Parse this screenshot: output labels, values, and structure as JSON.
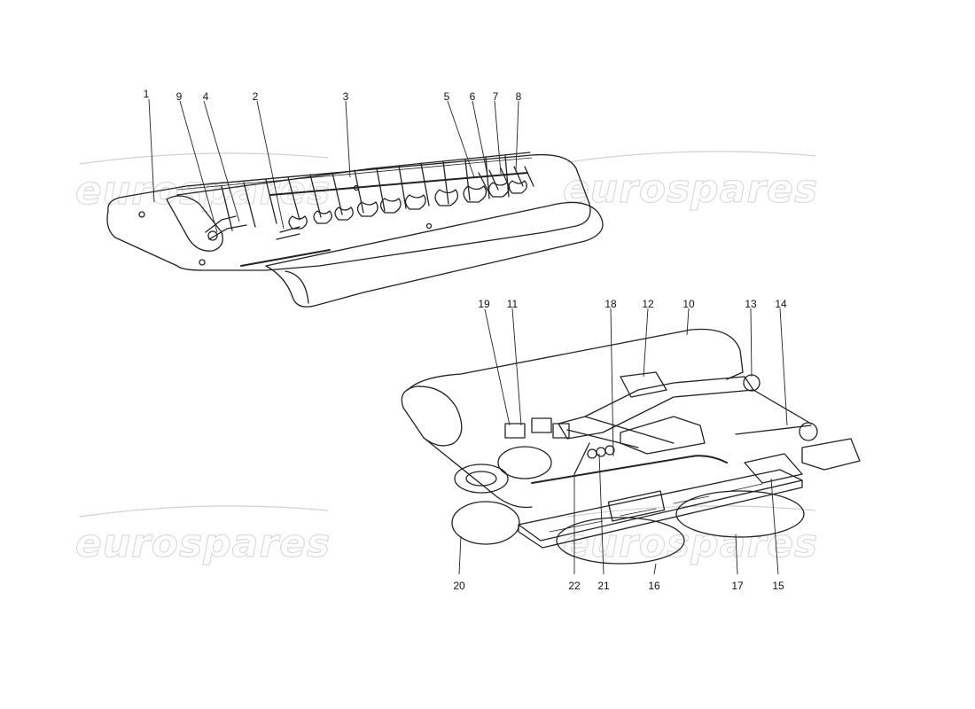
{
  "watermark": {
    "text": "eurospares",
    "color": "#c8c8c8"
  },
  "callouts": {
    "c1": "1",
    "c2": "2",
    "c3": "3",
    "c4": "4",
    "c5": "5",
    "c6": "6",
    "c7": "7",
    "c8": "8",
    "c9": "9",
    "c10": "10",
    "c11": "11",
    "c12": "12",
    "c13": "13",
    "c14": "14",
    "c15": "15",
    "c16": "16",
    "c17": "17",
    "c18": "18",
    "c19": "19",
    "c20": "20",
    "c21": "21",
    "c22": "22"
  },
  "colors": {
    "line": "#222222",
    "background": "#ffffff"
  }
}
